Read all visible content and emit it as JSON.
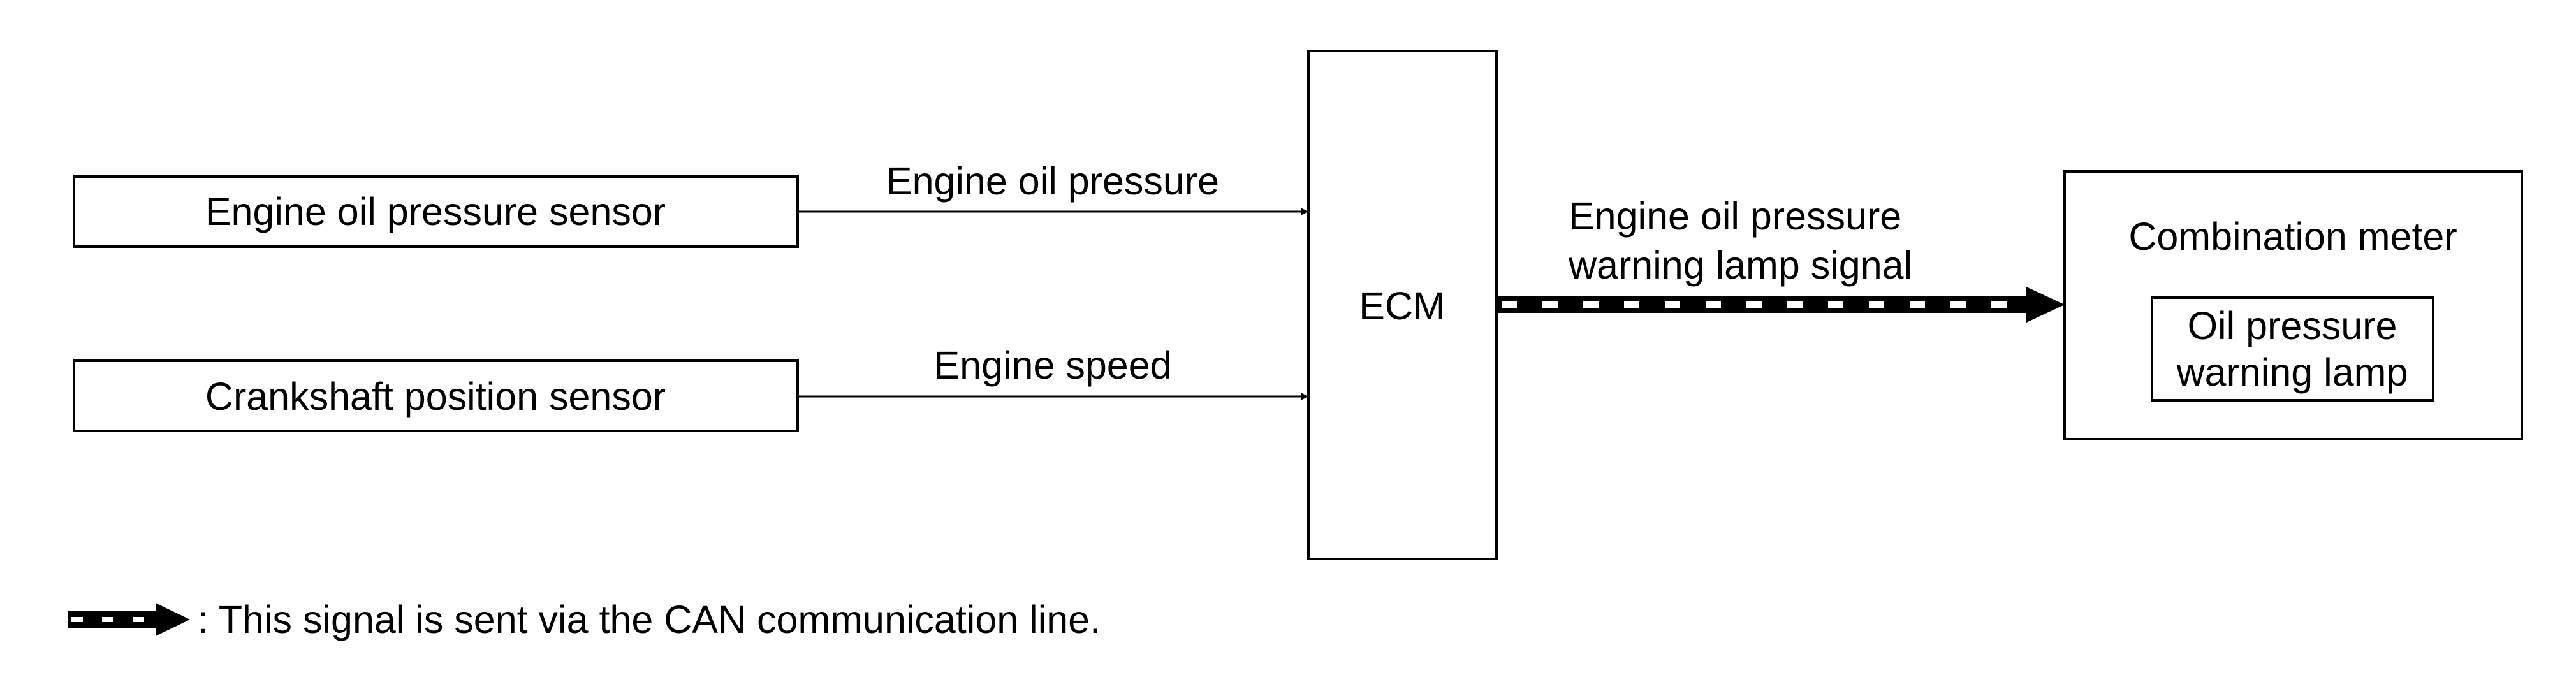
{
  "diagram": {
    "nodes": {
      "oil_pressure_sensor": {
        "label": "Engine oil pressure sensor"
      },
      "crankshaft_sensor": {
        "label": "Crankshaft position sensor"
      },
      "ecm": {
        "label": "ECM"
      },
      "combination_meter": {
        "label": "Combination meter",
        "inner": {
          "line1": "Oil pressure",
          "line2": "warning lamp"
        }
      }
    },
    "edges": {
      "oil_pressure": {
        "label": "Engine oil pressure",
        "from": "oil_pressure_sensor",
        "to": "ecm",
        "style": "plain"
      },
      "engine_speed": {
        "label": "Engine speed",
        "from": "crankshaft_sensor",
        "to": "ecm",
        "style": "plain"
      },
      "warning_signal": {
        "line1": "Engine oil pressure",
        "line2": "warning lamp signal",
        "from": "ecm",
        "to": "combination_meter",
        "style": "can"
      }
    },
    "legend": {
      "text": ": This signal is sent via the CAN communication line."
    }
  },
  "colors": {
    "line": "#000000",
    "background": "#ffffff"
  }
}
